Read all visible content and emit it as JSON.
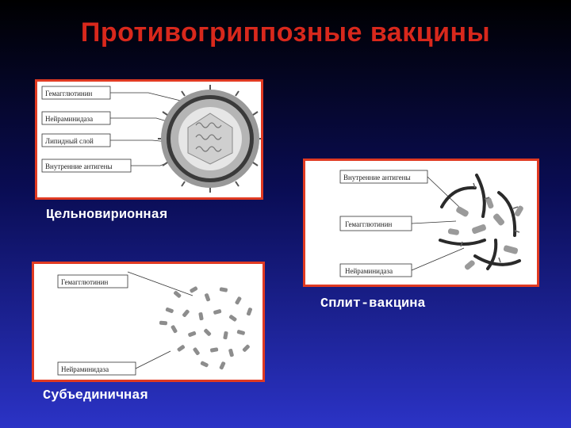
{
  "slide": {
    "title": "Противогриппозные вакцины"
  },
  "panels": {
    "whole": {
      "caption": "Цельновирионная",
      "labels": [
        "Гемагглютинин",
        "Нейраминидаза",
        "Липидный слой",
        "Внутренние антигены"
      ]
    },
    "split": {
      "caption": "Сплит-вакцина",
      "labels": [
        "Внутренние антигены",
        "Гемагглютинин",
        "Нейраминидаза"
      ]
    },
    "subunit": {
      "caption": "Субъединичная",
      "labels": [
        "Гемагглютинин",
        "Нейраминидаза"
      ]
    }
  },
  "colors": {
    "title": "#d8281c",
    "panel_border": "#e03a22",
    "caption": "#ffffff"
  }
}
